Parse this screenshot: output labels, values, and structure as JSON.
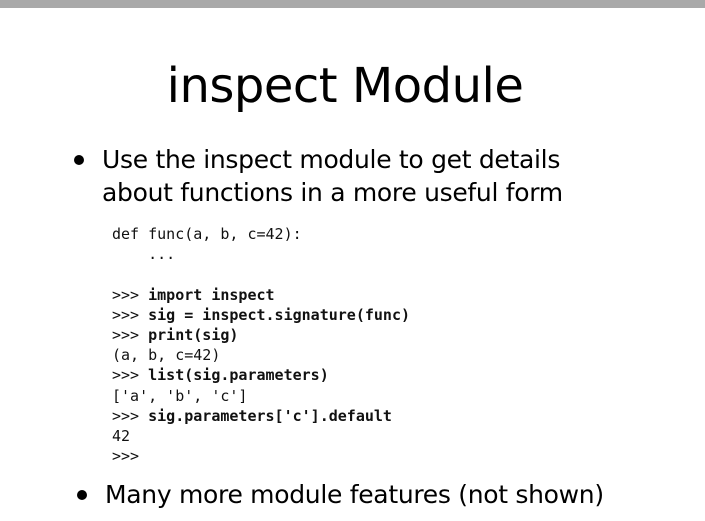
{
  "slide": {
    "title": "inspect Module",
    "bullets": [
      "Use the inspect module to get details about functions in a more useful form",
      "Many more module features (not shown)"
    ],
    "code_lines": [
      {
        "prompt": "",
        "text": "def func(a, b, c=42):",
        "bold": false
      },
      {
        "prompt": "",
        "text": "    ...",
        "bold": false
      },
      {
        "prompt": "",
        "text": "",
        "bold": false
      },
      {
        "prompt": ">>> ",
        "text": "import inspect",
        "bold": true
      },
      {
        "prompt": ">>> ",
        "text": "sig = inspect.signature(func)",
        "bold": true
      },
      {
        "prompt": ">>> ",
        "text": "print(sig)",
        "bold": true
      },
      {
        "prompt": "",
        "text": "(a, b, c=42)",
        "bold": false
      },
      {
        "prompt": ">>> ",
        "text": "list(sig.parameters)",
        "bold": true
      },
      {
        "prompt": "",
        "text": "['a', 'b', 'c']",
        "bold": false
      },
      {
        "prompt": ">>> ",
        "text": "sig.parameters['c'].default",
        "bold": true
      },
      {
        "prompt": "",
        "text": "42",
        "bold": false
      },
      {
        "prompt": ">>>",
        "text": "",
        "bold": false
      }
    ]
  },
  "colors": {
    "top_bar": "#a9a9a9",
    "background": "#ffffff",
    "text": "#000000"
  }
}
